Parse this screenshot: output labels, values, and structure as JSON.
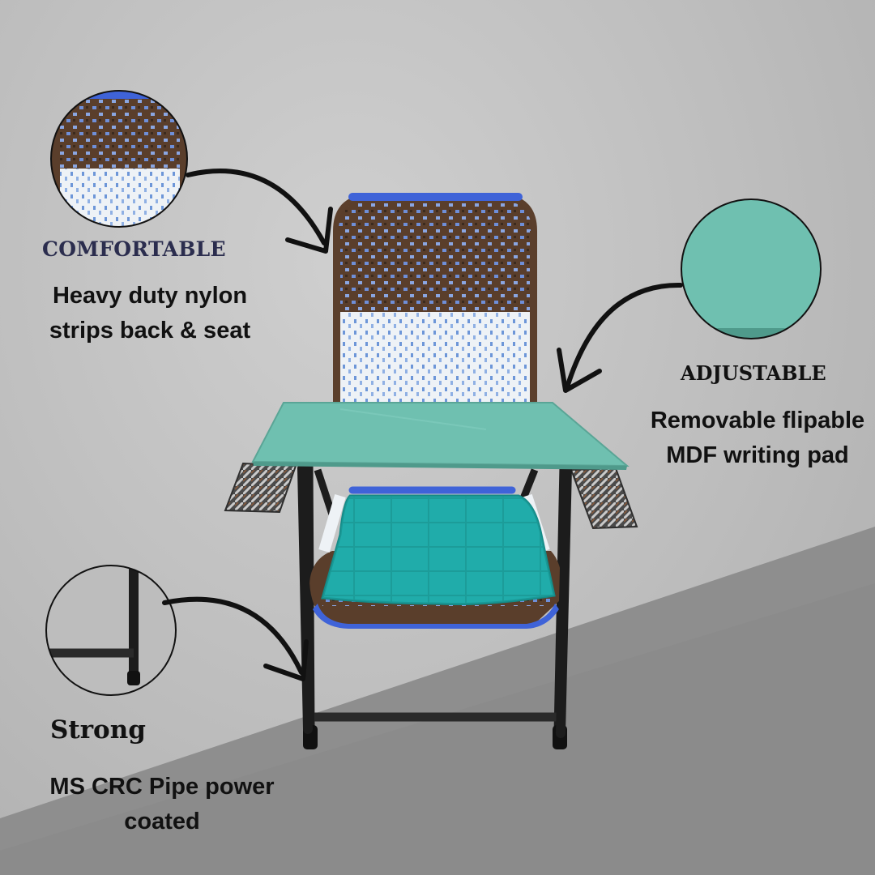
{
  "callouts": {
    "comfortable": {
      "heading": "COMFORTABLE",
      "line1": "Heavy duty nylon",
      "line2": "strips back & seat"
    },
    "adjustable": {
      "heading": "ADJUSTABLE",
      "line1": "Removable flipable",
      "line2": "MDF writing pad"
    },
    "strong": {
      "heading": "Strong",
      "line1": "MS CRC Pipe power",
      "line2": "coated"
    }
  },
  "colors": {
    "background_light": "#c4c4c4",
    "background_dark_band": "#8e8e8e",
    "writing_pad": "#6fc0b0",
    "cushion": "#1ea8a6",
    "frame_blue": "#3f63d8",
    "weave_brown": "#5a3e2b",
    "weave_white": "#f0f4f8",
    "frame_black": "#1c1c1c",
    "heading_navy": "#2b2d4e"
  },
  "icons": [
    "curved-arrow-icon",
    "zoom-circle-icon"
  ]
}
